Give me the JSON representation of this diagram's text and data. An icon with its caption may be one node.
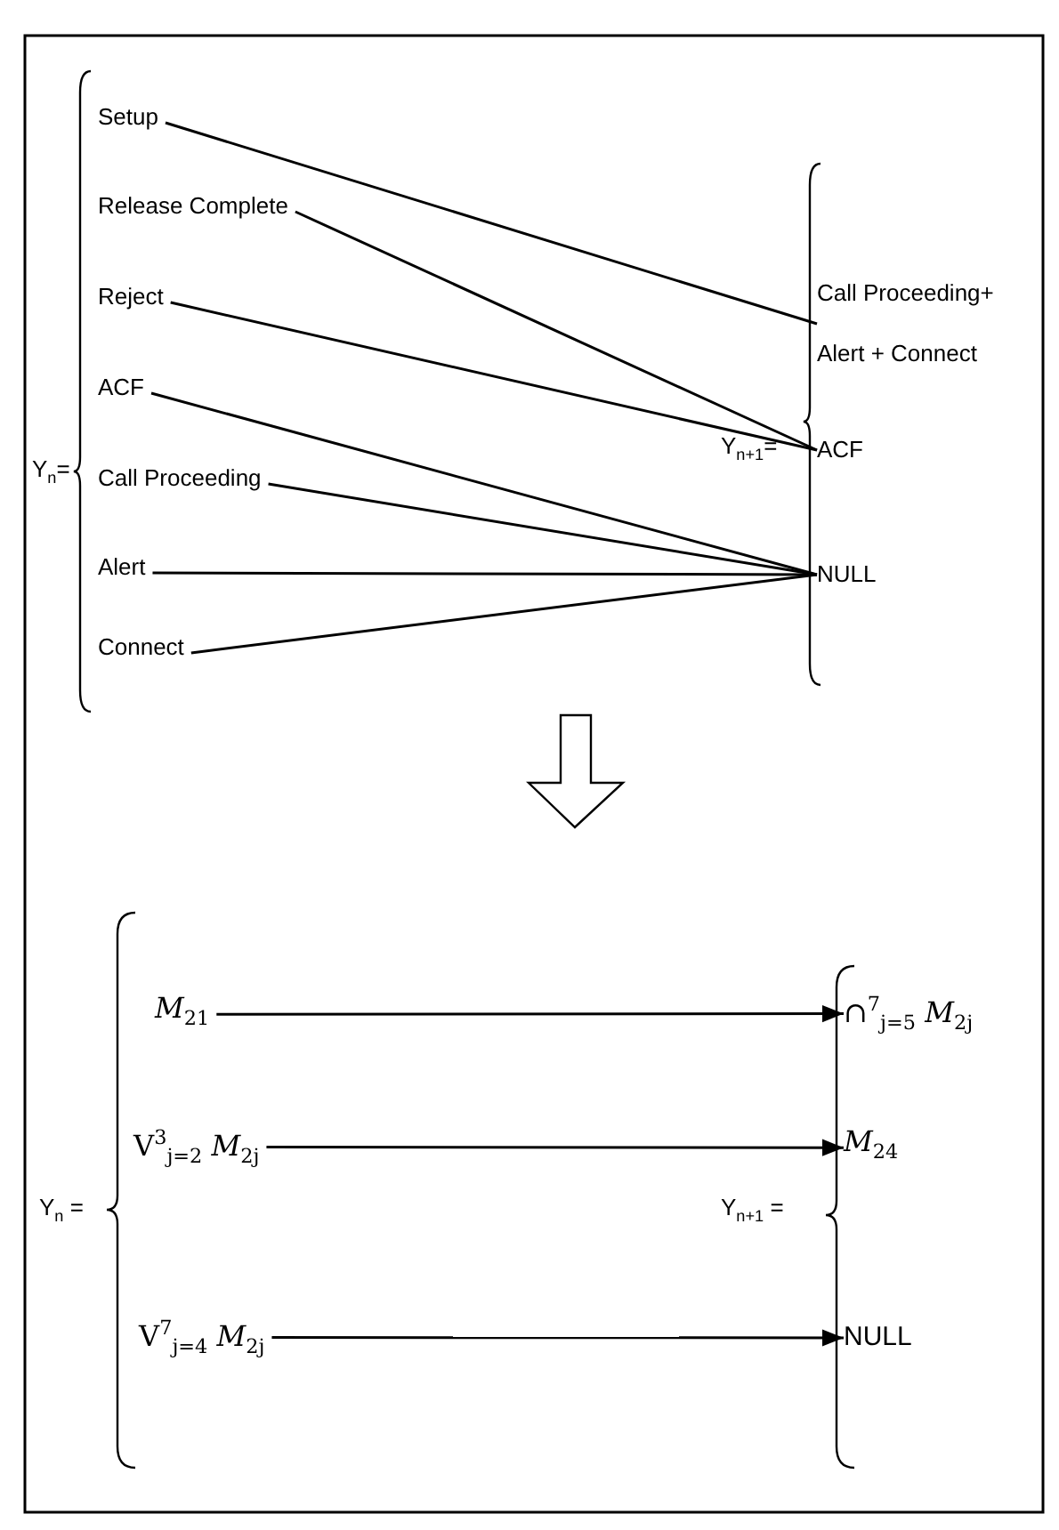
{
  "diagram": {
    "nodes": [
      {
        "text": [
          "Setup"
        ]
      },
      {
        "text": [
          "Release Complete"
        ]
      },
      {
        "text": [
          "Reject"
        ]
      },
      {
        "text": [
          "ACF"
        ]
      },
      {
        "text": [
          "Call Proceeding"
        ]
      },
      {
        "text": [
          "Alert"
        ]
      },
      {
        "text": [
          "Connect"
        ]
      },
      {
        "text": [
          "Call Proceeding+ Alert + Connect"
        ]
      },
      {
        "text": [
          "ACF"
        ]
      },
      {
        "text": [
          "NULL"
        ]
      },
      {
        "text": [
          "*M*$_{21}$"
        ]
      },
      {
        "text": [
          "V$^{3}$$_{j=2}$ *M*$_{2j}$"
        ]
      },
      {
        "text": [
          "V$^{7}$$_{j=4}$ *M*$_{2j}$"
        ]
      },
      {
        "text": [
          "∩$^{7}$$_{j=5}$ *M*$_{2j}$"
        ]
      },
      {
        "text": [
          "*M*$_{24}$"
        ]
      },
      {
        "text": [
          "NULL"
        ]
      }
    ],
    "edges": [
      {
        "from": 0,
        "to": 7,
        "arrow": "none"
      },
      {
        "from": 1,
        "to": 8,
        "arrow": "none"
      },
      {
        "from": 2,
        "to": 8,
        "arrow": "none"
      },
      {
        "from": 3,
        "to": 9,
        "arrow": "none"
      },
      {
        "from": 4,
        "to": 9,
        "arrow": "none"
      },
      {
        "from": 5,
        "to": 9,
        "arrow": "none"
      },
      {
        "from": 6,
        "to": 9,
        "arrow": "none"
      },
      {
        "from": 10,
        "to": 13,
        "arrow": "to"
      },
      {
        "from": 11,
        "to": 14,
        "arrow": "to"
      },
      {
        "from": 12,
        "to": 15,
        "arrow": "to"
      }
    ],
    "labels": [
      "Y$_{n}$=",
      "Y$_{n+1}$=",
      "Y$_{n}$ =",
      "Y$_{n+1}$ ="
    ]
  }
}
